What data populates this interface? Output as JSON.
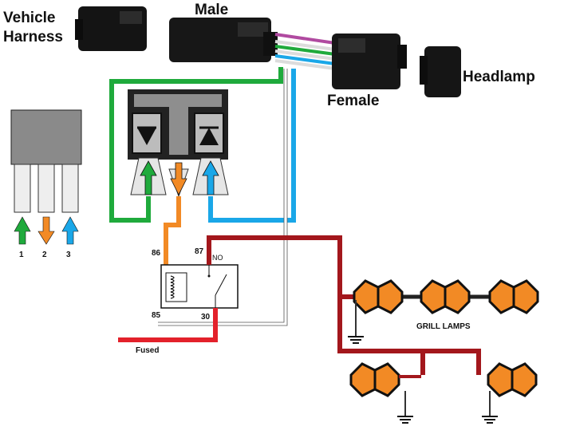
{
  "labels": {
    "vehicle_harness_line1": "Vehicle",
    "vehicle_harness_line2": "Harness",
    "male": "Male",
    "female": "Female",
    "headlamp": "Headlamp",
    "pin_1": "1",
    "pin_2": "2",
    "pin_3": "3",
    "relay_86": "86",
    "relay_87": "87",
    "relay_no": "NO",
    "relay_85": "85",
    "relay_30": "30",
    "fused": "Fused",
    "grill_lamps": "GRILL LAMPS"
  },
  "colors": {
    "green": "#1faa3c",
    "orange": "#f28a25",
    "blue": "#1aa7e8",
    "magenta": "#b04aa0",
    "dark_red": "#a3171c",
    "red": "#e3212b",
    "lamp": "#f28a25",
    "connector": "#1a1a1a"
  }
}
